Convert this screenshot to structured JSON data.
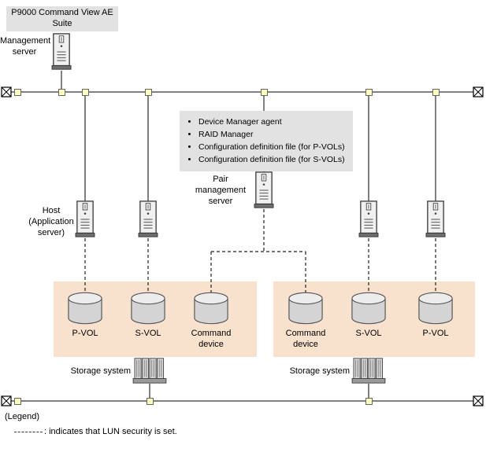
{
  "title_box": {
    "label": "P9000 Command View AE Suite"
  },
  "management_server": {
    "label": "Management server"
  },
  "agent_box": {
    "items": [
      "Device Manager agent",
      "RAID Manager",
      "Configuration definition file (for P-VOLs)",
      "Configuration definition file (for S-VOLs)"
    ]
  },
  "pair_management_server": {
    "label": "Pair management server"
  },
  "host": {
    "label": "Host (Application server)"
  },
  "storage_left": {
    "volumes": [
      "P-VOL",
      "S-VOL",
      "Command device"
    ],
    "label": "Storage system"
  },
  "storage_right": {
    "volumes": [
      "Command device",
      "S-VOL",
      "P-VOL"
    ],
    "label": "Storage system"
  },
  "legend": {
    "title": "(Legend)",
    "text": ": indicates that LUN security is set."
  },
  "colors": {
    "storage_box_bg": "#f8e2ce",
    "panel_bg": "#e2e2e2",
    "node_fill": "#ffffc0",
    "line": "#000000"
  }
}
